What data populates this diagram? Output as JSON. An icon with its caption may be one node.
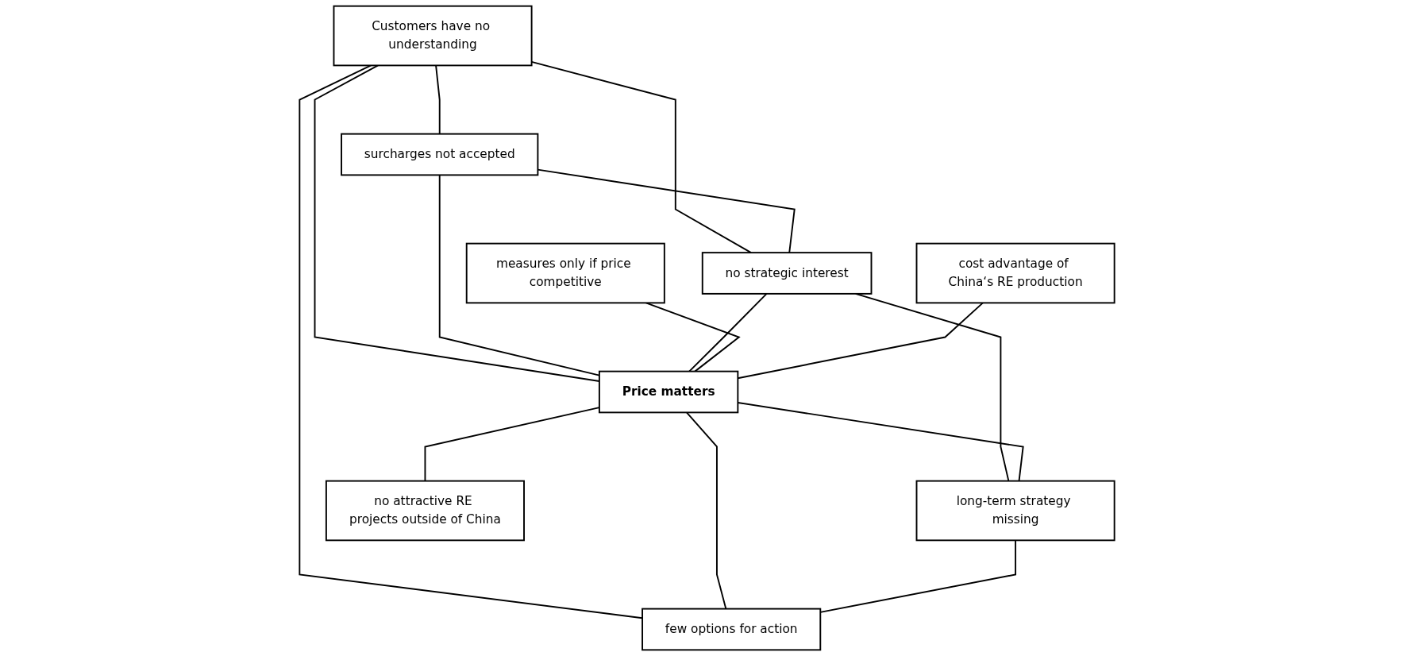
{
  "diagram": {
    "nodes": [
      {
        "text": [
          "Customers have no understanding"
        ]
      },
      {
        "text": [
          "surcharges not accepted"
        ]
      },
      {
        "text": [
          "no strategic interest"
        ]
      },
      {
        "text": [
          "measures only if price competitive"
        ]
      },
      {
        "text": [
          "Price matters"
        ]
      },
      {
        "text": [
          "long-term strategy missing"
        ]
      },
      {
        "text": [
          "cost advantage of China‘s RE production"
        ]
      },
      {
        "text": [
          "no attractive RE projects outside of China"
        ]
      },
      {
        "text": [
          "few options for action"
        ]
      }
    ],
    "edges": [
      {
        "from": 0,
        "to": 1,
        "arrow": "none"
      },
      {
        "from": 0,
        "to": 2,
        "arrow": "none"
      },
      {
        "from": 0,
        "to": 4,
        "arrow": "none"
      },
      {
        "from": 0,
        "to": 8,
        "arrow": "none"
      },
      {
        "from": 1,
        "to": 2,
        "arrow": "none"
      },
      {
        "from": 1,
        "to": 4,
        "arrow": "none"
      },
      {
        "from": 2,
        "to": 4,
        "arrow": "none"
      },
      {
        "from": 2,
        "to": 5,
        "arrow": "none"
      },
      {
        "from": 3,
        "to": 4,
        "arrow": "none"
      },
      {
        "from": 6,
        "to": 4,
        "arrow": "none"
      },
      {
        "from": 4,
        "to": 5,
        "arrow": "none"
      },
      {
        "from": 4,
        "to": 7,
        "arrow": "none"
      },
      {
        "from": 4,
        "to": 8,
        "arrow": "none"
      },
      {
        "from": 5,
        "to": 8,
        "arrow": "none"
      }
    ]
  }
}
